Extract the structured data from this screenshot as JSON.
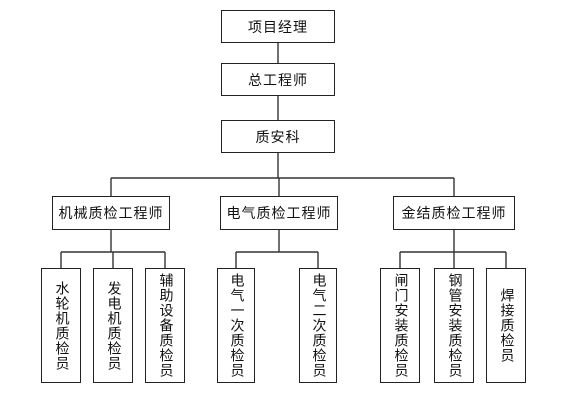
{
  "levels": {
    "top": "项目经理",
    "second": "总工程师",
    "third": "质安科"
  },
  "engineers": [
    {
      "title": "机械质检工程师",
      "inspectors": [
        "水轮机质检员",
        "发电机质检员",
        "辅助设备质检员"
      ]
    },
    {
      "title": "电气质检工程师",
      "inspectors": [
        "电气一次质检员",
        "电气二次质检员"
      ]
    },
    {
      "title": "金结质检工程师",
      "inspectors": [
        "闸门安装质检员",
        "钢管安装质检员",
        "焊接质检员"
      ]
    }
  ]
}
